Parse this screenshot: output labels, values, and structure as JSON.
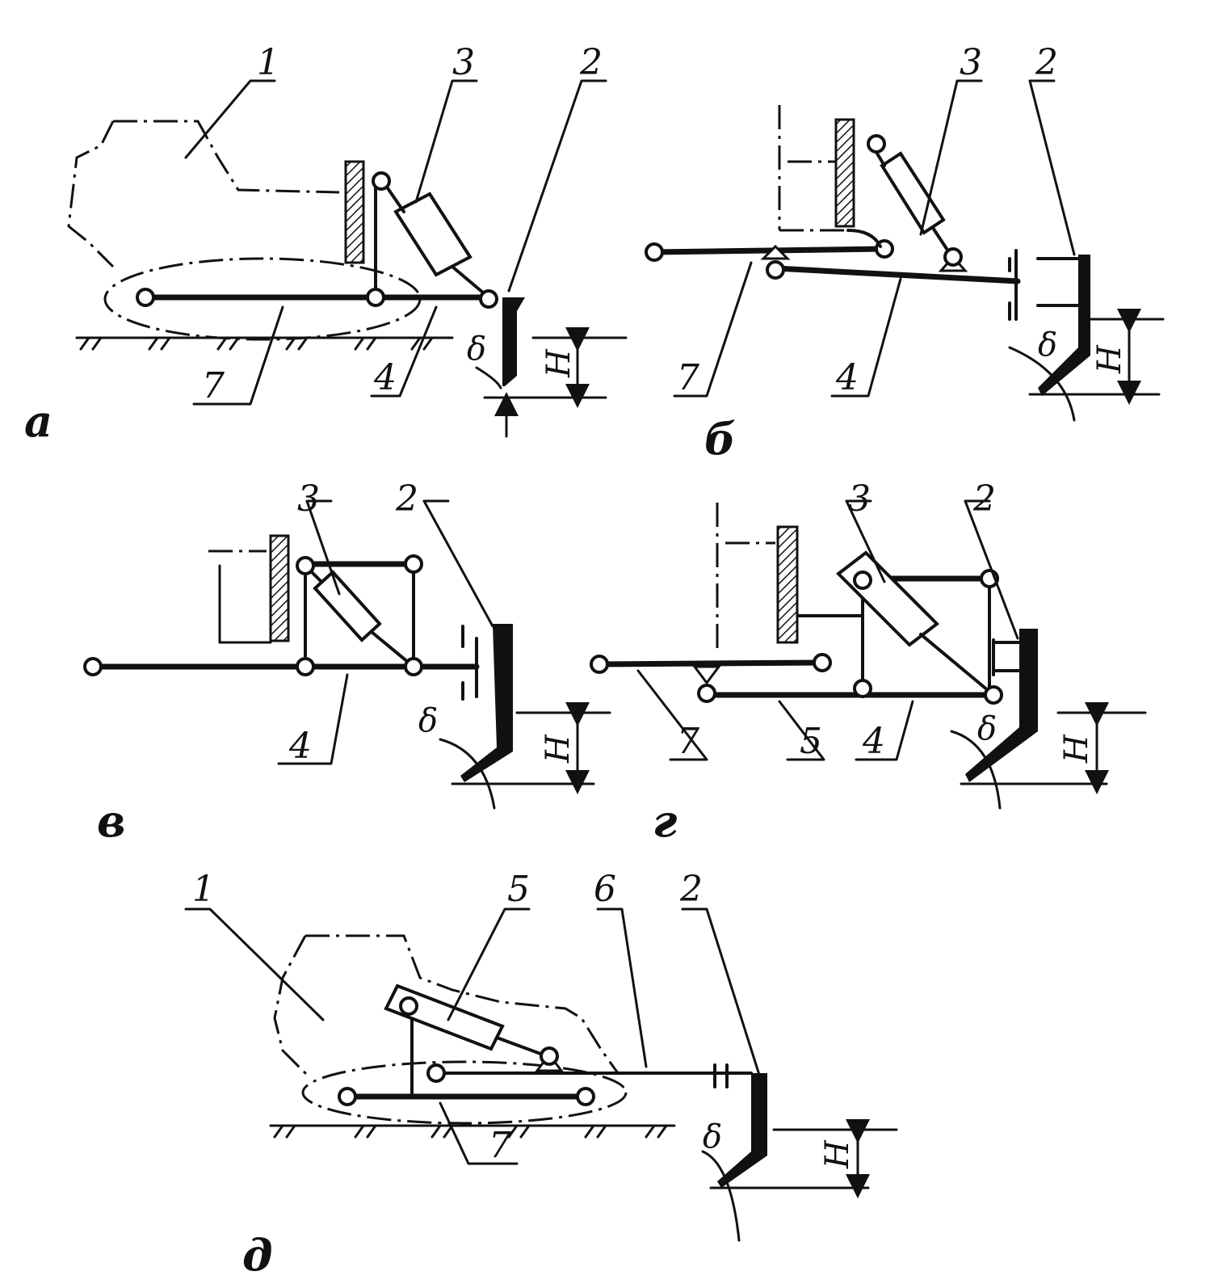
{
  "title": "",
  "variants": [
    {
      "letter": "а",
      "labels": [
        "1",
        "3",
        "2",
        "7",
        "4"
      ],
      "angle": "δ",
      "depth": "H"
    },
    {
      "letter": "б",
      "labels": [
        "3",
        "2",
        "7",
        "4"
      ],
      "angle": "δ",
      "depth": "H"
    },
    {
      "letter": "в",
      "labels": [
        "3",
        "2",
        "4"
      ],
      "angle": "δ",
      "depth": "H"
    },
    {
      "letter": "г",
      "labels": [
        "3",
        "2",
        "7",
        "5",
        "4"
      ],
      "angle": "δ",
      "depth": "H"
    },
    {
      "letter": "д",
      "labels": [
        "1",
        "5",
        "6",
        "2",
        "7"
      ],
      "angle": "δ",
      "depth": "H"
    }
  ]
}
